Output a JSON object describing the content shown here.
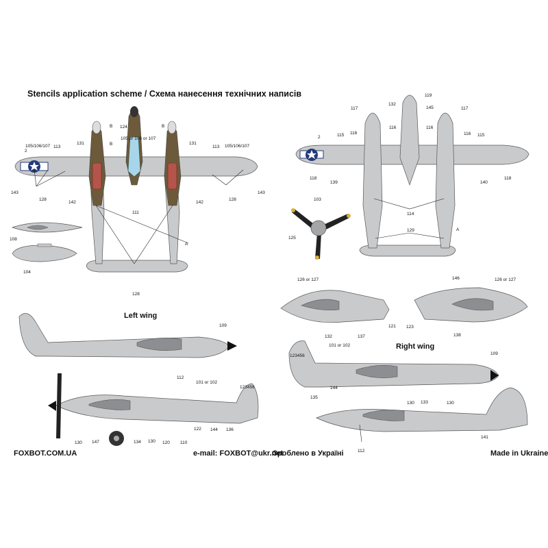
{
  "header": {
    "title": "Stencils application scheme / Схема нанесення технічних написів"
  },
  "views": {
    "left_wing_label": "Left wing",
    "right_wing_label": "Right wing"
  },
  "footer": {
    "website": "FOXBOT.COM.UA",
    "email": "e-mail: FOXBOT@ukr.net",
    "made_in_ukrainian": "Зроблено в Україні",
    "made_in_english": "Made in Ukraine"
  },
  "serial": "123456",
  "callouts": {
    "top_view": [
      "2",
      "105/106/107",
      "113",
      "131",
      "B",
      "124",
      "B",
      "105 or 106 or 107",
      "B",
      "131",
      "113",
      "105/106/107",
      "143",
      "128",
      "142",
      "111",
      "142",
      "128",
      "143",
      "A",
      "108",
      "104",
      "128"
    ],
    "bottom_view": [
      "119",
      "132",
      "145",
      "117",
      "117",
      "2",
      "115",
      "116",
      "116",
      "116",
      "116",
      "115",
      "118",
      "139",
      "140",
      "118",
      "103",
      "125",
      "114",
      "129",
      "A"
    ],
    "side_views": [
      "109",
      "112",
      "101 or 102",
      "130",
      "147",
      "134",
      "130",
      "120",
      "110",
      "122",
      "144",
      "136",
      "126 or 127",
      "132",
      "137",
      "121",
      "146",
      "126 or 127",
      "123",
      "138",
      "101 or 102",
      "135",
      "144",
      "130",
      "133",
      "130",
      "109",
      "141",
      "112"
    ]
  },
  "colors": {
    "aircraft_grey": "#c9cacc",
    "panel_dark_grey": "#8d8e91",
    "olive_drab": "#6d5a3a",
    "engine_red": "#b4544a",
    "canopy_blue": "#a9d5ea",
    "insignia_blue": "#233a7a",
    "prop_tip_yellow": "#d8b03a"
  }
}
